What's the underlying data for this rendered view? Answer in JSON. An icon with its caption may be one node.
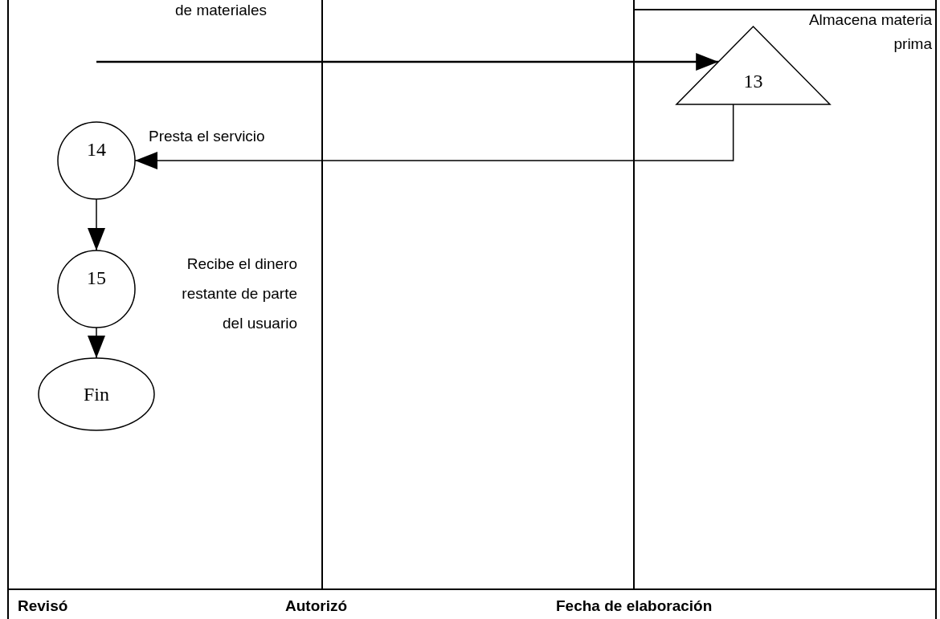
{
  "diagram": {
    "nodes": [
      {
        "text": [
          "13"
        ],
        "beside": [
          "Almacena materia prima"
        ]
      },
      {
        "text": [
          "14"
        ],
        "beside": [
          "Presta el servicio"
        ]
      },
      {
        "text": [
          "15"
        ],
        "beside": [
          "Recibe el dinero restante de parte del usuario"
        ]
      },
      {
        "text": [
          "Fin"
        ]
      }
    ],
    "edges": [
      {
        "from": null,
        "to": 0,
        "arrow": "to"
      },
      {
        "from": 0,
        "to": 1,
        "arrow": "to"
      },
      {
        "from": 1,
        "to": 2,
        "arrow": "to"
      },
      {
        "from": 2,
        "to": 3,
        "arrow": "to"
      }
    ],
    "labels": [
      "de materiales",
      "Revisó",
      "Autorizó",
      "Fecha de elaboración"
    ]
  }
}
